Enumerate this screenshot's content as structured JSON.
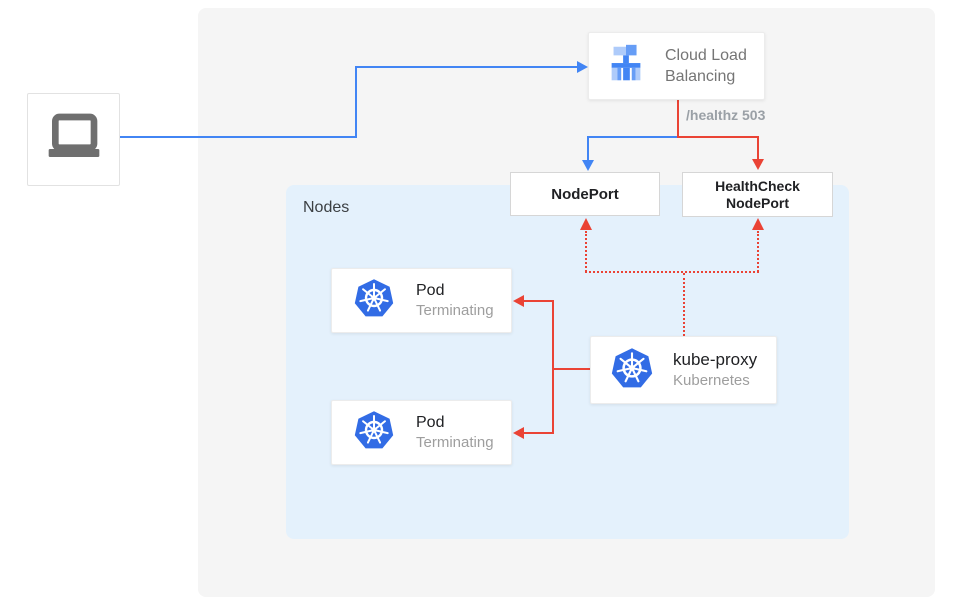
{
  "diagram": {
    "nodes_container": {
      "label": "Nodes"
    },
    "client": {
      "icon": "laptop-icon"
    },
    "cloud_lb": {
      "icon": "load-balancer-icon",
      "lines": [
        "Cloud Load",
        "Balancing"
      ]
    },
    "nodeport": {
      "label": "NodePort"
    },
    "healthcheck_nodeport": {
      "lines": [
        "HealthCheck",
        "NodePort"
      ]
    },
    "pods": [
      {
        "icon": "kubernetes-icon",
        "title": "Pod",
        "status": "Terminating"
      },
      {
        "icon": "kubernetes-icon",
        "title": "Pod",
        "status": "Terminating"
      }
    ],
    "kube_proxy": {
      "icon": "kubernetes-icon",
      "title": "kube-proxy",
      "subtitle": "Kubernetes"
    },
    "edge_labels": {
      "healthz": "/healthz 503"
    }
  },
  "colors": {
    "traffic_blue": "#4285f4",
    "error_red": "#ea4335",
    "kubernetes_blue": "#326ce5",
    "nodes_area_bg": "#e4f1fc",
    "canvas_bg": "#f5f5f5",
    "muted_text": "#757575"
  }
}
